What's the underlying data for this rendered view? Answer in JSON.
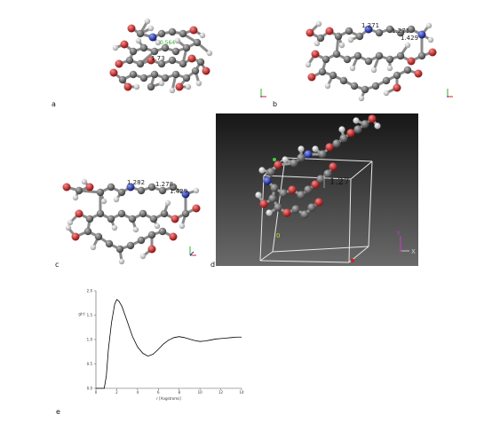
{
  "panels": {
    "a": {
      "label": "a",
      "distance_labels": [
        "0.564",
        "1.73"
      ]
    },
    "b": {
      "label": "b",
      "distance_labels": [
        "1.271",
        "1.271",
        "1.429"
      ]
    },
    "c": {
      "label": "c",
      "distance_labels": [
        "1.282",
        "1.278",
        "1.429"
      ]
    },
    "d": {
      "label": "d",
      "distance_labels": [
        "1.27"
      ],
      "axis_labels": {
        "x": "X",
        "y": "Y",
        "corner": "0"
      }
    },
    "e": {
      "label": "e"
    }
  },
  "colors": {
    "carbon": "#6e6e6e",
    "oxygen": "#d81e1e",
    "hydrogen": "#f4f4f4",
    "nitrogen": "#1530c8",
    "box_bg_top": "#161616",
    "box_bg_bottom": "#6a6a6a"
  },
  "chart_data": {
    "type": "line",
    "title": "",
    "xlabel": "r [Angstroms]",
    "ylabel": "g(r)",
    "xlim": [
      0,
      14
    ],
    "ylim": [
      0,
      2.0
    ],
    "xticks": [
      "0",
      "2",
      "4",
      "6",
      "8",
      "10",
      "12",
      "14"
    ],
    "yticks": [
      "0.0",
      "0.5",
      "1.0",
      "1.5",
      "2.0"
    ],
    "series": [
      {
        "x": [
          0,
          0.8,
          1.0,
          1.2,
          1.5,
          1.8,
          2.0,
          2.2,
          2.5,
          2.8,
          3.0,
          3.5,
          4.0,
          4.5,
          5.0,
          5.5,
          6.0,
          6.5,
          7.0,
          7.5,
          8.0,
          8.5,
          9.0,
          9.5,
          10.0,
          10.5,
          11.0,
          11.5,
          12.0,
          12.5,
          13.0,
          13.5,
          14.0
        ],
        "y": [
          0,
          0,
          0.25,
          0.8,
          1.35,
          1.72,
          1.82,
          1.79,
          1.68,
          1.5,
          1.38,
          1.07,
          0.85,
          0.72,
          0.66,
          0.7,
          0.8,
          0.91,
          0.99,
          1.04,
          1.06,
          1.04,
          1.01,
          0.98,
          0.96,
          0.97,
          0.99,
          1.01,
          1.02,
          1.03,
          1.04,
          1.05,
          1.05
        ]
      }
    ]
  }
}
